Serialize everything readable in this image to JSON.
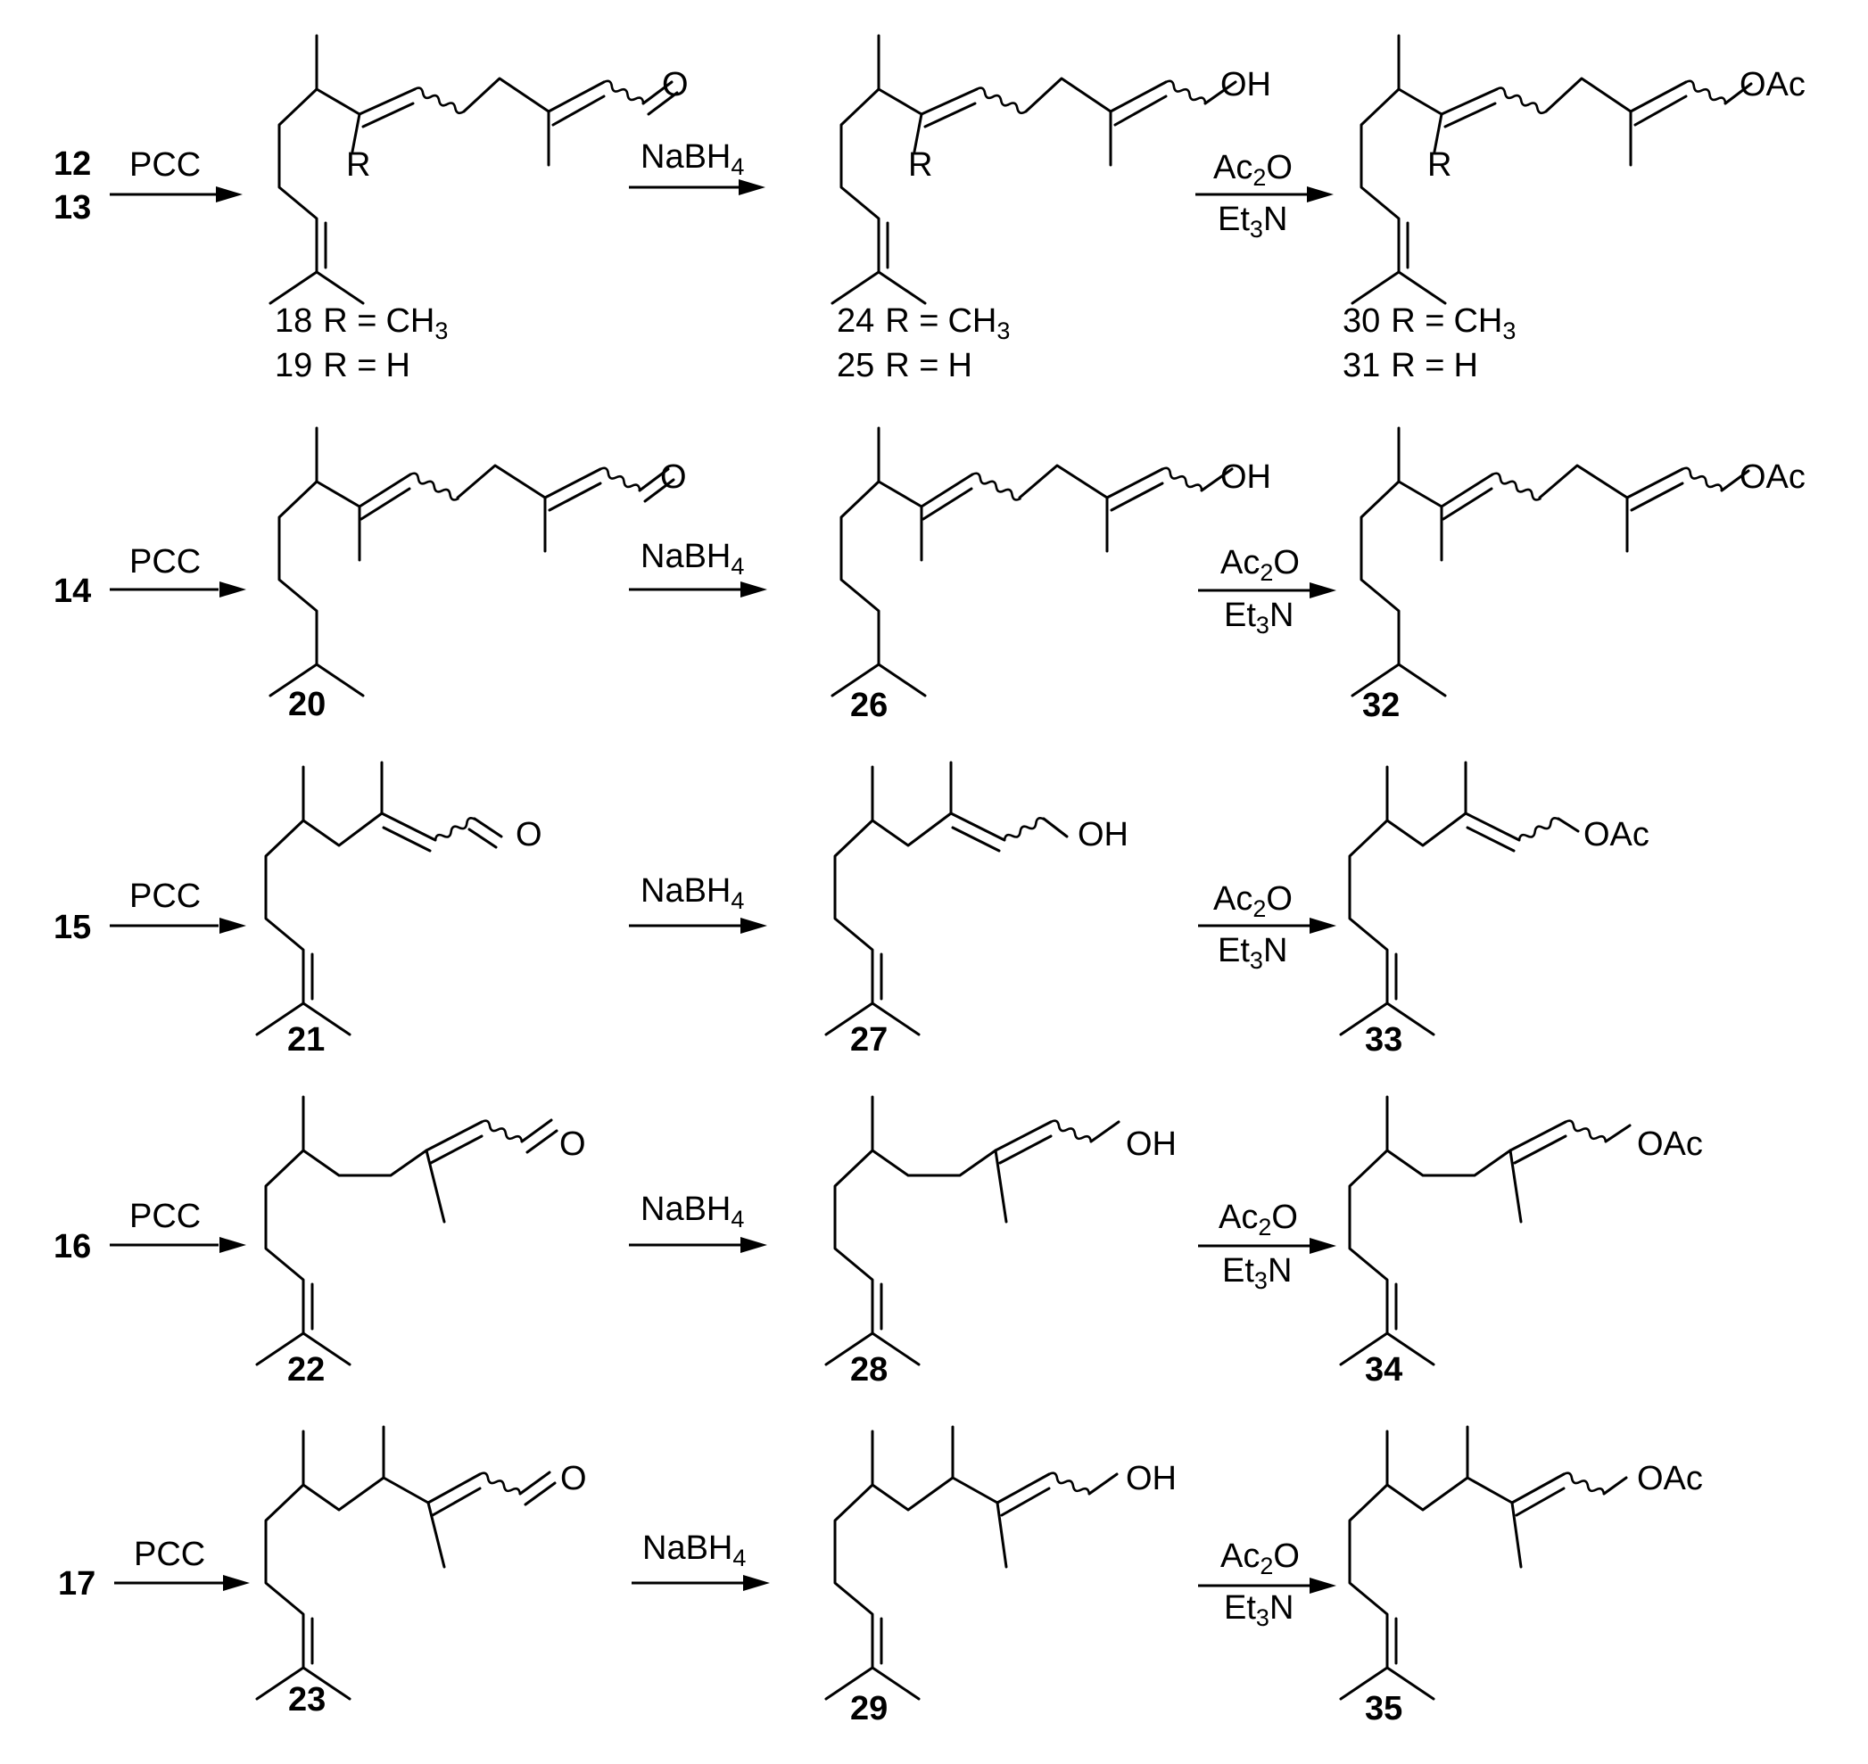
{
  "reagents": {
    "pcc": "PCC",
    "nabh4": {
      "main": "NaBH",
      "sub": "4"
    },
    "ac2o": {
      "pre": "Ac",
      "sub": "2",
      "post": "O"
    },
    "et3n": {
      "pre": "Et",
      "sub": "3",
      "post": "N"
    }
  },
  "groups": {
    "oxo": "O",
    "hydroxyl": "OH",
    "acetate": "OAc",
    "r": "R"
  },
  "r_definitions": {
    "eq": "R =",
    "methyl": {
      "main": "CH",
      "sub": "3"
    },
    "hydrogen": "H"
  },
  "rows": [
    {
      "starting": [
        "12",
        "13"
      ],
      "aldehyde": [
        "18",
        "19"
      ],
      "alcohol": [
        "24",
        "25"
      ],
      "acetate": [
        "30",
        "31"
      ]
    },
    {
      "starting": [
        "14"
      ],
      "aldehyde": [
        "20"
      ],
      "alcohol": [
        "26"
      ],
      "acetate": [
        "32"
      ]
    },
    {
      "starting": [
        "15"
      ],
      "aldehyde": [
        "21"
      ],
      "alcohol": [
        "27"
      ],
      "acetate": [
        "33"
      ]
    },
    {
      "starting": [
        "16"
      ],
      "aldehyde": [
        "22"
      ],
      "alcohol": [
        "28"
      ],
      "acetate": [
        "34"
      ]
    },
    {
      "starting": [
        "17"
      ],
      "aldehyde": [
        "23"
      ],
      "alcohol": [
        "29"
      ],
      "acetate": [
        "35"
      ]
    }
  ]
}
